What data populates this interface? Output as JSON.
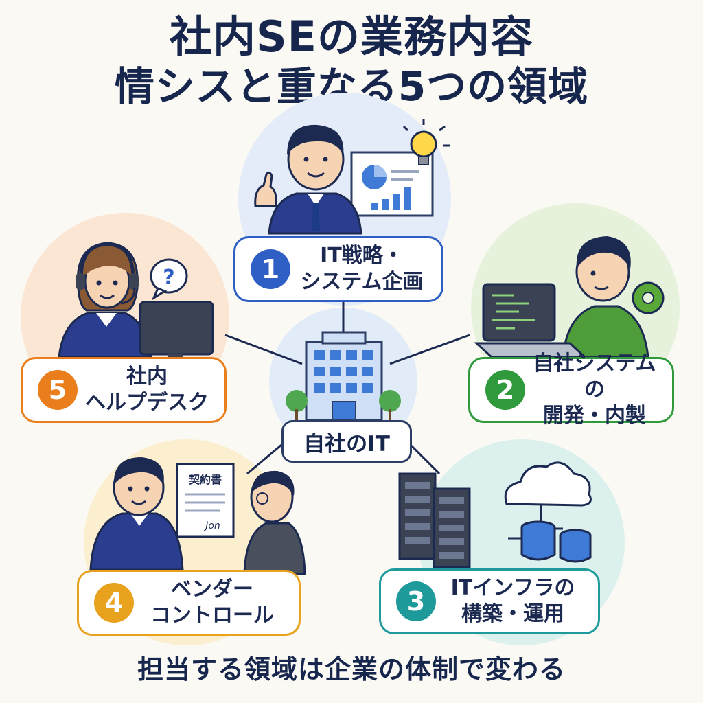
{
  "title": {
    "line1": "社内SEの業務内容",
    "line2": "情シスと重なる5つの領域"
  },
  "center": {
    "label": "自社のIT"
  },
  "areas": [
    {
      "number": "1",
      "line1": "IT戦略・",
      "line2": "システム企画",
      "color": "#2f5fc4"
    },
    {
      "number": "2",
      "line1": "自社システムの",
      "line2": "開発・内製",
      "color": "#2f9a3c"
    },
    {
      "number": "3",
      "line1": "ITインフラの",
      "line2": "構築・運用",
      "color": "#1f9a9a"
    },
    {
      "number": "4",
      "line1": "ベンダー",
      "line2": "コントロール",
      "color": "#e8a21e"
    },
    {
      "number": "5",
      "line1": "社内",
      "line2": "ヘルプデスク",
      "color": "#ea7d1c"
    }
  ],
  "illustrations": {
    "contract_label": "契約書",
    "signature": "Jon",
    "question_mark": "?"
  },
  "footer": "担当する領域は企業の体制で変わる"
}
